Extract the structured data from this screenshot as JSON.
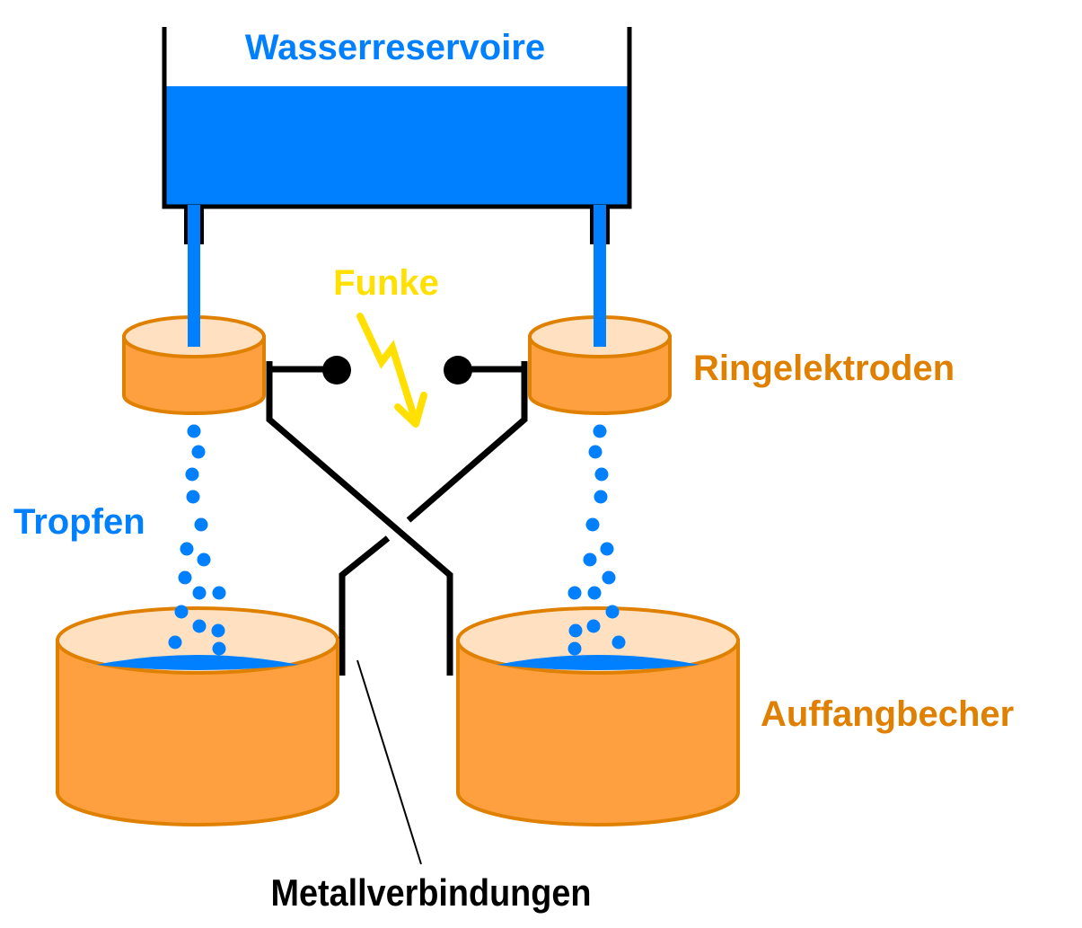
{
  "title": "Kelvin-Wassertropfengenerator",
  "colors": {
    "water": "#0080ff",
    "orange": "#ffa040",
    "orange_stroke": "#e08000",
    "orange_light": "#ffe0c0",
    "label_orange": "#e08000",
    "spark": "#ffe000",
    "wire": "#000000"
  },
  "labels": {
    "reservoir": "Wasserreservoire",
    "spark": "Funke",
    "ring_electrodes": "Ringelektroden",
    "drops": "Tropfen",
    "collecting_cups": "Auffangbecher",
    "metal_connections": "Metallverbindungen"
  }
}
